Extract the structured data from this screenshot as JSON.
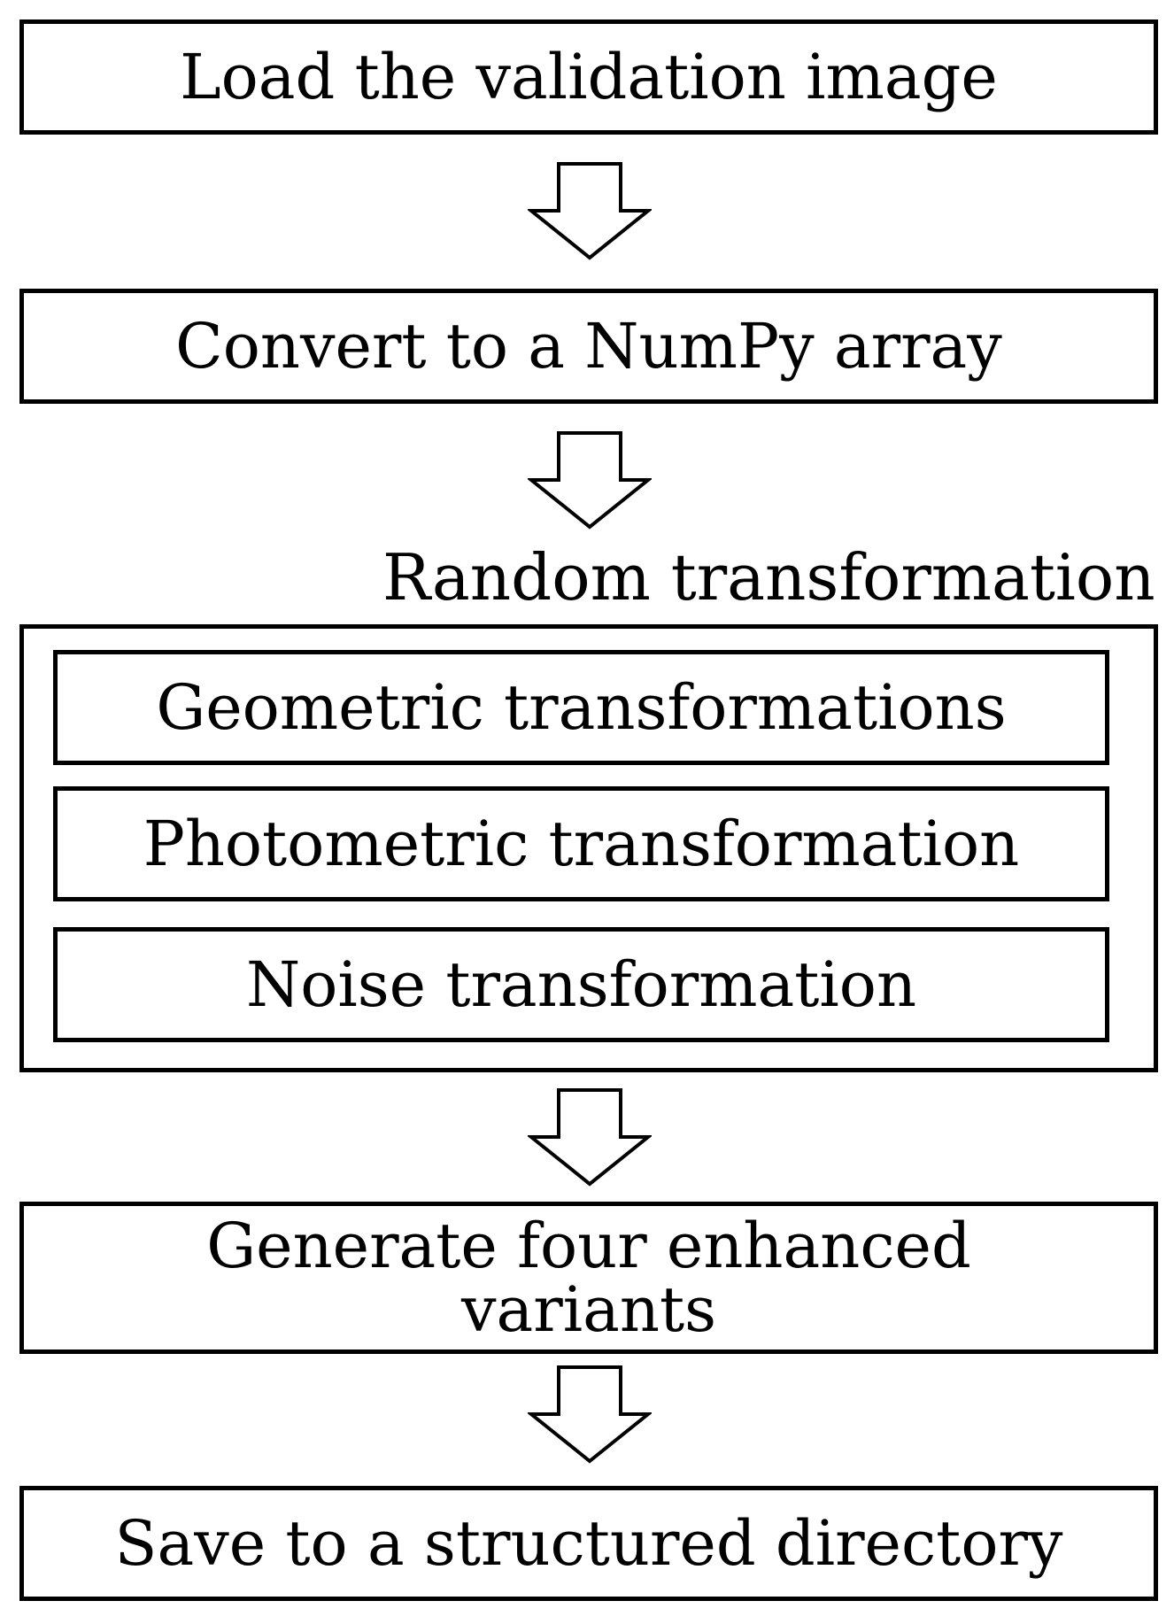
{
  "steps": {
    "load": "Load the validation image",
    "convert": "Convert to a NumPy array",
    "generate": "Generate four enhanced variants",
    "save": "Save to a structured directory"
  },
  "random_group": {
    "label": "Random transformation",
    "items": [
      "Geometric transformations",
      "Photometric transformation",
      "Noise transformation"
    ]
  },
  "arrows": [
    "down-arrow-icon",
    "down-arrow-icon",
    "down-arrow-icon",
    "down-arrow-icon"
  ],
  "colors": {
    "stroke": "#000000",
    "background": "#ffffff"
  }
}
